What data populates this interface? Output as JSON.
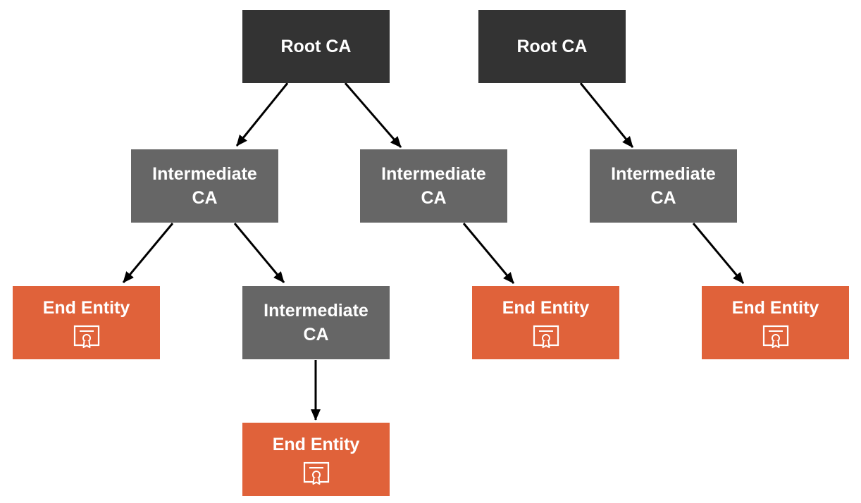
{
  "diagram": {
    "root_a": {
      "label": "Root CA"
    },
    "root_b": {
      "label": "Root CA"
    },
    "inter_a1": {
      "line1": "Intermediate",
      "line2": "CA"
    },
    "inter_a2": {
      "line1": "Intermediate",
      "line2": "CA"
    },
    "inter_a3": {
      "line1": "Intermediate",
      "line2": "CA"
    },
    "inter_b1": {
      "line1": "Intermediate",
      "line2": "CA"
    },
    "end_a1": {
      "label": "End Entity",
      "icon": "certificate-icon"
    },
    "end_a2": {
      "label": "End Entity",
      "icon": "certificate-icon"
    },
    "end_a3": {
      "label": "End Entity",
      "icon": "certificate-icon"
    },
    "end_b1": {
      "label": "End Entity",
      "icon": "certificate-icon"
    },
    "colors": {
      "root": "#333333",
      "intermediate": "#666666",
      "end_entity": "#e0623a",
      "text": "#ffffff",
      "arrow": "#000000"
    }
  }
}
